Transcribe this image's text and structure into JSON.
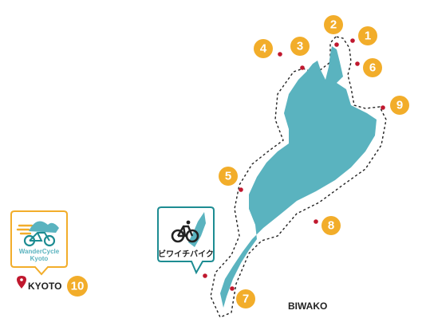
{
  "map": {
    "lake_label": "BIWAKO",
    "colors": {
      "lake": "#5ab3bf",
      "badge": "#f2ad2a",
      "marker": "#c0182e",
      "logo_border": "#f2ad2a",
      "logo_teal": "#1d8c92"
    }
  },
  "spots": [
    {
      "num": "1"
    },
    {
      "num": "2"
    },
    {
      "num": "3"
    },
    {
      "num": "4"
    },
    {
      "num": "5"
    },
    {
      "num": "6"
    },
    {
      "num": "7"
    },
    {
      "num": "8"
    },
    {
      "num": "9"
    },
    {
      "num": "10"
    }
  ],
  "logos": {
    "wandercycle": {
      "line1": "WanderCycle",
      "line2": "Kyoto"
    },
    "biwaichi": {
      "label": "ビワイチバイク"
    }
  },
  "kyoto": {
    "label": "KYOTO",
    "icon": "location-pin-icon"
  }
}
